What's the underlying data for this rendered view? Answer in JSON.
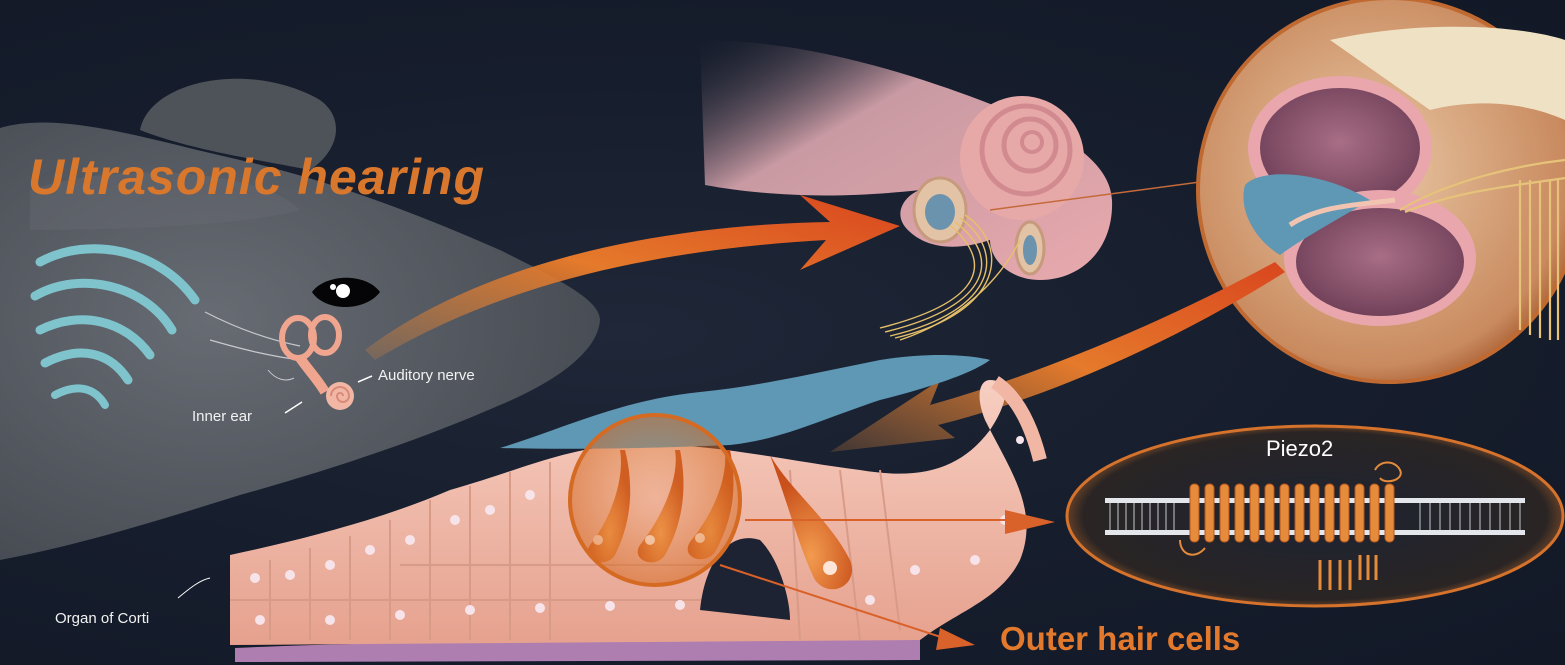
{
  "title": "Ultrasonic hearing",
  "labels": {
    "auditory_nerve": "Auditory nerve",
    "inner_ear": "Inner ear",
    "organ_of_corti": "Organ of Corti",
    "piezo2": "Piezo2",
    "outer_hair_cells": "Outer hair cells"
  },
  "colors": {
    "background": "#161d2c",
    "accent_orange": "#e2792c",
    "mouse_body": "#5b5f66",
    "tissue_pink": "#f2b7a4",
    "membrane_blue": "#5f98b5",
    "sound_wave": "#7fc3cd"
  }
}
